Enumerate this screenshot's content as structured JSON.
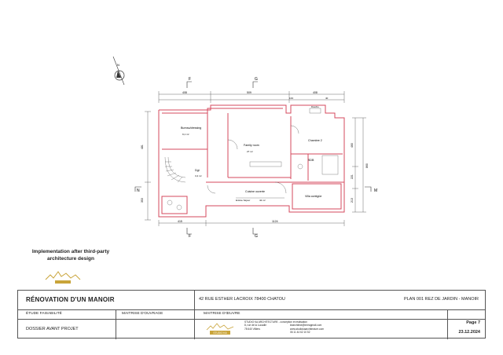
{
  "plan": {
    "rooms": {
      "bedroom1_name": "Bureau/dressing",
      "family_room": "Family room",
      "bedroom2_name": "Chambre 2",
      "sdb": "SDB",
      "wc": "Dgt",
      "kitchen": "Cuisine ouverte",
      "kitchen_sub": "Entrée Séjour",
      "lot": "Villa contigüe"
    },
    "areas": {
      "bedroom1": "9,1 m²",
      "family_room": "27 m²",
      "wc": "3,4 m²",
      "kitchen": "42 m²"
    },
    "dims": {
      "top1": "408",
      "top2": "509",
      "top3": "408",
      "top_small": "133",
      "top_small2": "40",
      "bottom1": "415",
      "bottom2": "1124",
      "left1": "481",
      "left2": "353",
      "right1": "460",
      "right2": "221",
      "right3": "213",
      "right4": "860"
    },
    "section_marks": {
      "f_top": "F",
      "g_top": "G",
      "f_bottom": "F",
      "g_bottom": "G",
      "n_left": "N",
      "m_right": "M"
    },
    "compass_label": "N",
    "small_room": "Douche"
  },
  "note": {
    "line1": "Implementation after third-party",
    "line2": "architecture design"
  },
  "cartouche": {
    "project_title": "RÉNOVATION D'UN MANOIR",
    "address": "42 RUE ESTHER LACROIX 78400 CHATOU",
    "plan_label": "PLAN 001 REZ DE JARDIN - MANOIR",
    "col_etude": "ÉTUDE FAISABILITÉ",
    "col_maitrise_ouvrage": "MAITRISE D'OUVRAGE",
    "col_maitrise_oeuvre": "MAITRISE D'ŒUVRE",
    "phase": "DOSSIER AVANT PROJET",
    "page": "Page 7",
    "date": "23.12.2024",
    "studio_line1": "STUDIO KA ARCHITECTURE - conception et réalisation",
    "studio_line2": "8, rue de la Lucadie",
    "studio_line3": "78 640 Villiers",
    "studio_line4": "kbarchitect@inreagmail.com",
    "studio_line5": "www.studiokaarchitecture.com",
    "studio_line6": "06 11 44 62 10 52",
    "logo_text": "STUDIO KA"
  },
  "colors": {
    "wall_red": "#d6495d",
    "line_gray": "#555555",
    "logo_gold": "#c9a43a"
  }
}
